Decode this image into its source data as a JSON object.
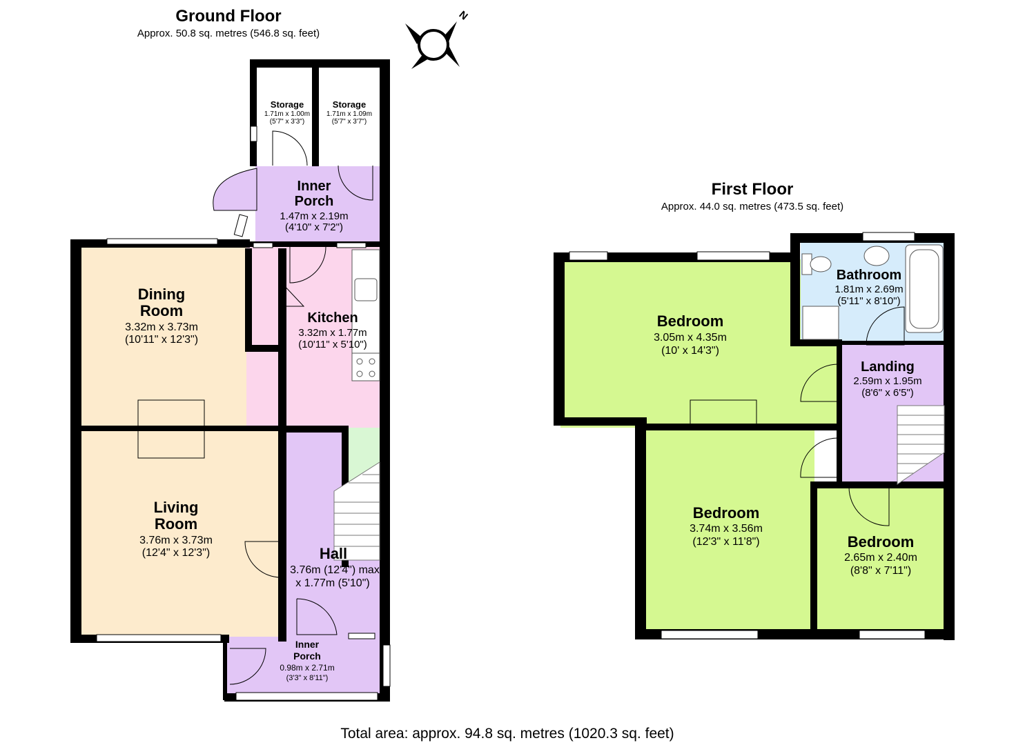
{
  "ground": {
    "title": "Ground Floor",
    "area": "Approx. 50.8 sq. metres (546.8 sq. feet)",
    "rooms": {
      "storage1": {
        "name": "Storage",
        "dims": "1.71m x 1.00m",
        "imperial": "(5'7\" x 3'3\")"
      },
      "storage2": {
        "name": "Storage",
        "dims": "1.71m x 1.09m",
        "imperial": "(5'7\" x 3'7\")"
      },
      "inner_porch_top": {
        "name1": "Inner",
        "name2": "Porch",
        "dims": "1.47m x 2.19m",
        "imperial": "(4'10\" x 7'2\")"
      },
      "dining": {
        "name1": "Dining",
        "name2": "Room",
        "dims": "3.32m x 3.73m",
        "imperial": "(10'11\" x 12'3\")"
      },
      "kitchen": {
        "name": "Kitchen",
        "dims": "3.32m x 1.77m",
        "imperial": "(10'11\" x 5'10\")"
      },
      "living": {
        "name1": "Living",
        "name2": "Room",
        "dims": "3.76m x 3.73m",
        "imperial": "(12'4\" x 12'3\")"
      },
      "hall": {
        "name": "Hall",
        "dims1": "3.76m (12'4\") max",
        "dims2": "x 1.77m (5'10\")"
      },
      "inner_porch_bottom": {
        "name1": "Inner",
        "name2": "Porch",
        "dims": "0.98m x 2.71m",
        "imperial": "(3'3\" x 8'11\")"
      }
    }
  },
  "first": {
    "title": "First Floor",
    "area": "Approx. 44.0 sq. metres (473.5 sq. feet)",
    "rooms": {
      "bedroom1": {
        "name": "Bedroom",
        "dims": "3.05m x 4.35m",
        "imperial": "(10' x 14'3\")"
      },
      "bathroom": {
        "name": "Bathroom",
        "dims": "1.81m x 2.69m",
        "imperial": "(5'11\" x 8'10\")"
      },
      "landing": {
        "name": "Landing",
        "dims": "2.59m x 1.95m",
        "imperial": "(8'6\" x 6'5\")"
      },
      "bedroom2": {
        "name": "Bedroom",
        "dims": "3.74m x 3.56m",
        "imperial": "(12'3\" x 11'8\")"
      },
      "bedroom3": {
        "name": "Bedroom",
        "dims": "2.65m x 2.40m",
        "imperial": "(8'8\" x 7'11\")"
      }
    }
  },
  "compass": {
    "north_label": "N"
  },
  "total_area": "Total area: approx. 94.8 sq. metres (1020.3 sq. feet)",
  "colors": {
    "wall": "#000000",
    "reception": "#fdebcd",
    "kitchen": "#fcd6ec",
    "circulation": "#e2c6f6",
    "bedroom": "#d5f891",
    "bathroom": "#d6ecfb",
    "understairs": "#d9f7d4"
  }
}
